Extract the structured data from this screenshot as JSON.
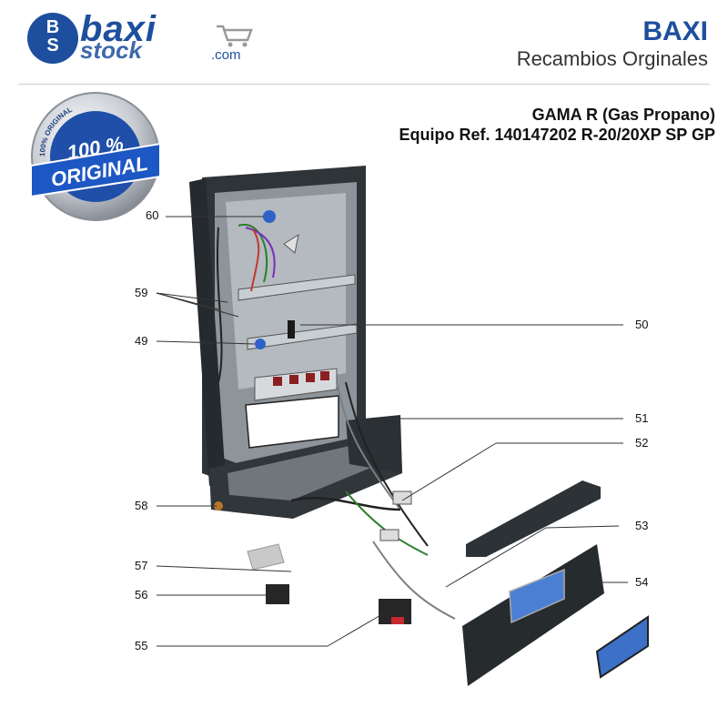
{
  "header": {
    "logo_mark": [
      "B",
      "S"
    ],
    "logo_word": "baxi",
    "logo_word2": "stock",
    "logo_domain": ".com",
    "brand": "BAXI",
    "tagline": "Recambios Orginales"
  },
  "seal": {
    "ring_text": "100% ORIGINAL",
    "main_line1": "100 %",
    "main_line2": "ORIGINAL"
  },
  "title": {
    "line1": "GAMA R (Gas Propano)",
    "line2": "Equipo Ref. 140147202 R-20/20XP SP GP"
  },
  "diagram": {
    "callouts": [
      "60",
      "59",
      "49",
      "50",
      "51",
      "52",
      "53",
      "54",
      "58",
      "57",
      "56",
      "55"
    ]
  },
  "colors": {
    "brand_blue": "#1d4f9e",
    "frame_dark": "#2e3438",
    "display_blue": "#4a7fd4"
  }
}
